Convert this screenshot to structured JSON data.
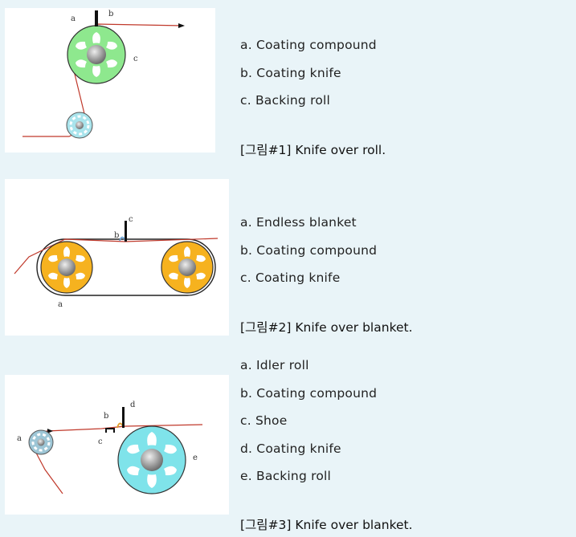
{
  "figures": [
    {
      "labels": {
        "a": "a",
        "b": "b",
        "c": "c"
      },
      "items": [
        "a. Coating compound",
        "b. Coating knife",
        "c. Backing roll"
      ],
      "caption": "[그림#1] Knife over roll."
    },
    {
      "labels": {
        "a": "a",
        "b": "b",
        "c": "c"
      },
      "items": [
        "a. Endless blanket",
        "b. Coating compound",
        "c. Coating knife"
      ],
      "caption": "[그림#2] Knife over blanket."
    },
    {
      "labels": {
        "a": "a",
        "b": "b",
        "c": "c",
        "d": "d",
        "e": "e"
      },
      "items": [
        "a. Idler roll",
        "b. Coating compound",
        "c. Shoe",
        "d. Coating knife",
        "e. Backing roll"
      ],
      "caption": "[그림#3] Knife over blanket."
    }
  ],
  "colors": {
    "page_bg": "#e9f4f8",
    "panel_bg": "#ffffff",
    "web_line": "#c0392b",
    "roll_green": "#8ee88e",
    "roll_orange": "#f6b21f",
    "roll_cyan": "#7fe3ea",
    "hub_gray": "#9a9a9a",
    "knife": "#111111",
    "compound": "#6aa3d6"
  }
}
